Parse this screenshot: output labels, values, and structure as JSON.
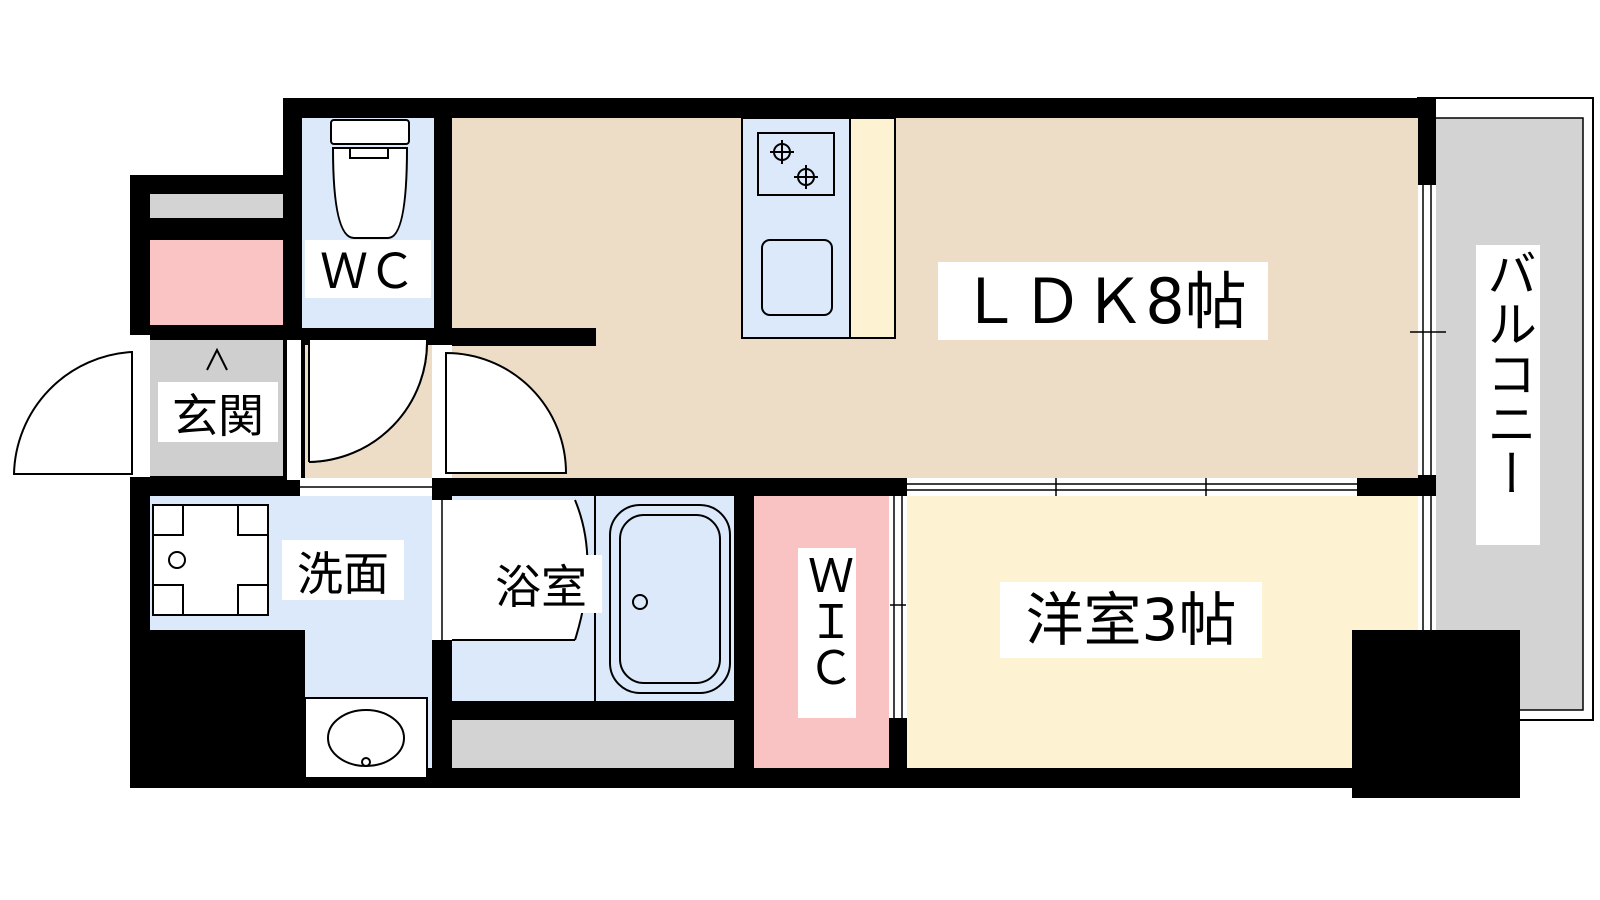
{
  "rooms": {
    "ldk": {
      "label": "ＬＤＫ8帖",
      "color": "#eeddc6"
    },
    "wc": {
      "label": "ＷＣ",
      "color": "#dbe9fb"
    },
    "genkan": {
      "label": "玄関",
      "color": "#cfcfcf"
    },
    "senmen": {
      "label": "洗面",
      "color": "#dbe9fb"
    },
    "yokushitsu": {
      "label": "浴室",
      "color": "#dbe9fb"
    },
    "wic": {
      "label": "ＷＩＣ",
      "color": "#f9c3c3"
    },
    "youshitsu": {
      "label": "洋室3帖",
      "color": "#fdf2d2"
    },
    "balcony": {
      "label": "バルコニー",
      "color": "#d3d3d3"
    }
  },
  "colors": {
    "wall": "#000000",
    "kitchen_counter": "#dbe9fb",
    "kitchen_shelf": "#fdf2d2",
    "shoe_box": "#fbc4c4",
    "storage_gray": "#d3d3d3"
  }
}
